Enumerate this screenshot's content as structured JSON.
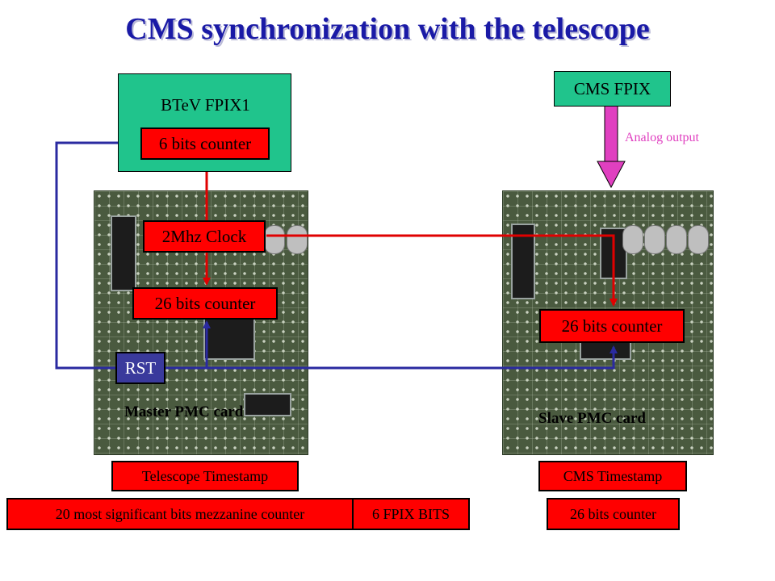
{
  "title": "CMS synchronization with the telescope",
  "btev": {
    "title": "BTeV FPIX1",
    "counter": "6 bits counter"
  },
  "cms_fpix": {
    "label": "CMS FPIX",
    "analog_output": "Analog output"
  },
  "master": {
    "clock": "2Mhz Clock",
    "counter": "26 bits counter",
    "rst": "RST",
    "card_label": "Master PMC card"
  },
  "slave": {
    "counter": "26 bits counter",
    "card_label": "Slave PMC card"
  },
  "telescope_timestamp": {
    "label": "Telescope Timestamp",
    "msb": "20 most significant bits mezzanine counter",
    "fpix_bits": "6 FPIX BITS"
  },
  "cms_timestamp": {
    "label": "CMS Timestamp",
    "counter": "26 bits counter"
  },
  "colors": {
    "title": "#1a1aa6",
    "red_box": "#ff0000",
    "green_box": "#20c48c",
    "blue_line": "#2a2aa0",
    "pink_arrow": "#e040c0"
  }
}
